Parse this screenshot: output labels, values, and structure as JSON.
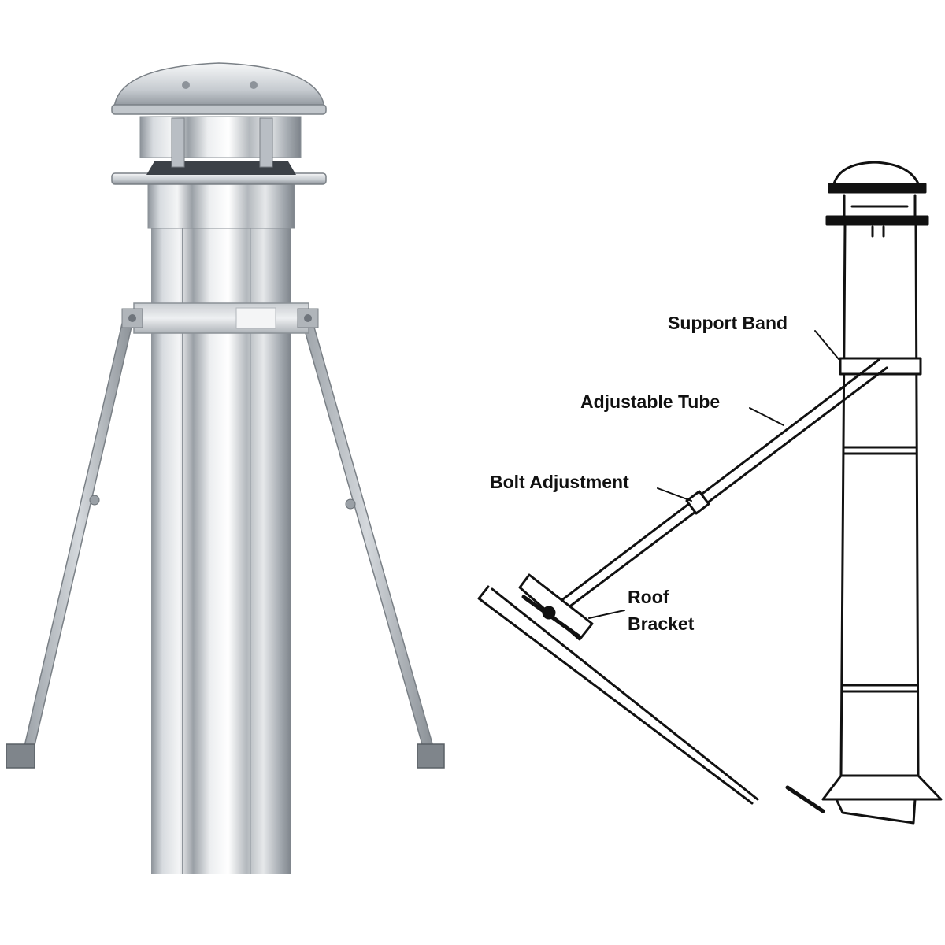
{
  "labels": {
    "support_band": "Support Band",
    "adjustable_tube": "Adjustable Tube",
    "bolt_adjustment": "Bolt Adjustment",
    "roof_bracket_line1": "Roof",
    "roof_bracket_line2": "Bracket"
  },
  "colors": {
    "background": "#ffffff",
    "metal_light": "#eef0f2",
    "metal_mid": "#b9bec4",
    "metal_dark": "#6f757c",
    "line_art": "#111111"
  }
}
